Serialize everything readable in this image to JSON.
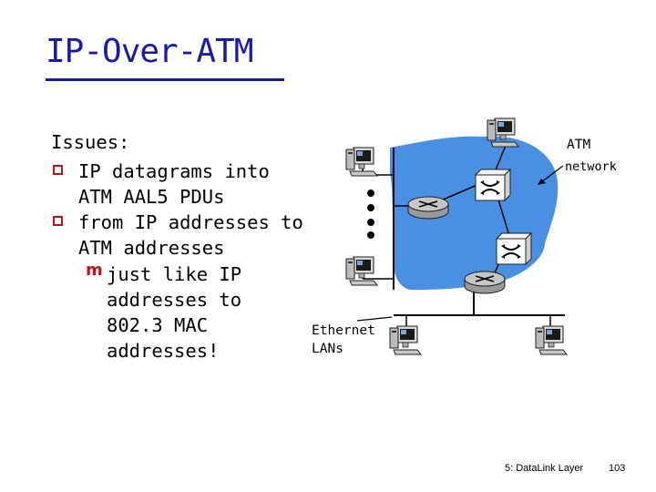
{
  "slide": {
    "title": "IP-Over-ATM",
    "issues_heading": "Issues:",
    "bullet1_line1": "IP datagrams into",
    "bullet1_line2": "ATM AAL5 PDUs",
    "bullet2_line1": "from IP addresses to",
    "bullet2_line2": "ATM addresses",
    "sub_line1": "just like IP",
    "sub_line2": "addresses to",
    "sub_line3": "802.3 MAC",
    "sub_line4": "addresses!"
  },
  "diagram": {
    "atm_label_line1": "ATM",
    "atm_label_line2": "network",
    "ethernet_label_line1": "Ethernet",
    "ethernet_label_line2": "LANs",
    "cloud_color": "#4a90e2"
  },
  "footer": {
    "chapter": "5: DataLink Layer",
    "page": "103"
  }
}
